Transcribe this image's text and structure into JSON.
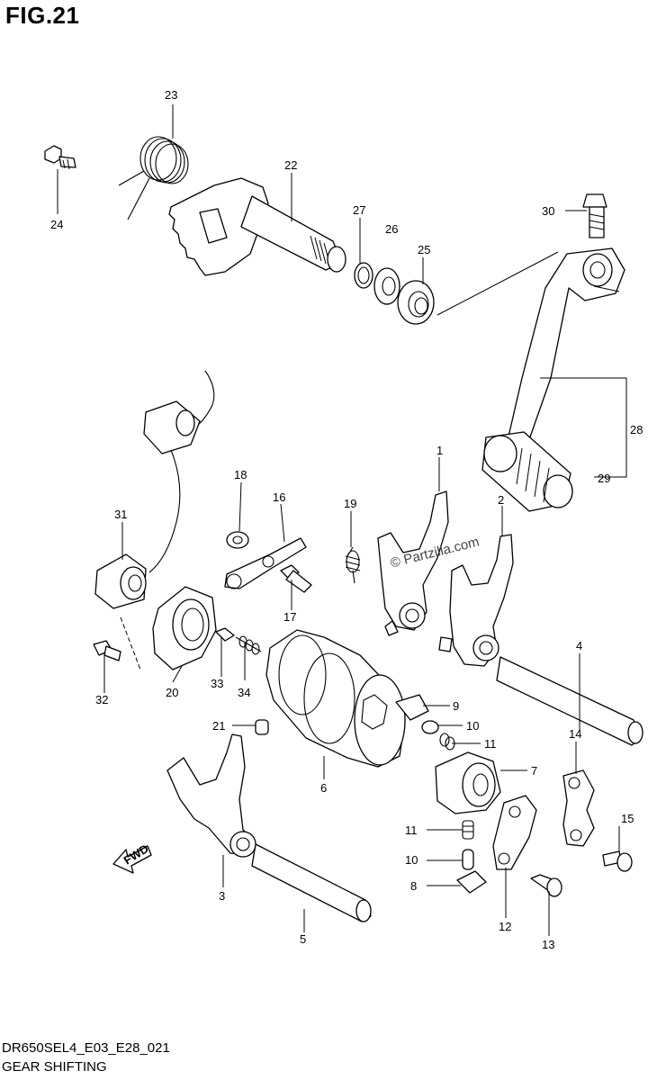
{
  "figure": {
    "title": "FIG.21",
    "footer_code": "DR650SEL4_E03_E28_021",
    "footer_name": "GEAR SHIFTING",
    "watermark": "© Partzilla.com",
    "fwd_label": "FWD"
  },
  "callouts": [
    {
      "id": "c1",
      "label": "1"
    },
    {
      "id": "c2",
      "label": "2"
    },
    {
      "id": "c3",
      "label": "3"
    },
    {
      "id": "c4",
      "label": "4"
    },
    {
      "id": "c5",
      "label": "5"
    },
    {
      "id": "c6",
      "label": "6"
    },
    {
      "id": "c7",
      "label": "7"
    },
    {
      "id": "c8",
      "label": "8"
    },
    {
      "id": "c9",
      "label": "9"
    },
    {
      "id": "c10a",
      "label": "10"
    },
    {
      "id": "c10b",
      "label": "10"
    },
    {
      "id": "c11a",
      "label": "11"
    },
    {
      "id": "c11b",
      "label": "11"
    },
    {
      "id": "c12",
      "label": "12"
    },
    {
      "id": "c13",
      "label": "13"
    },
    {
      "id": "c14",
      "label": "14"
    },
    {
      "id": "c15",
      "label": "15"
    },
    {
      "id": "c16",
      "label": "16"
    },
    {
      "id": "c17",
      "label": "17"
    },
    {
      "id": "c18",
      "label": "18"
    },
    {
      "id": "c19",
      "label": "19"
    },
    {
      "id": "c20",
      "label": "20"
    },
    {
      "id": "c21",
      "label": "21"
    },
    {
      "id": "c22",
      "label": "22"
    },
    {
      "id": "c23",
      "label": "23"
    },
    {
      "id": "c24",
      "label": "24"
    },
    {
      "id": "c25",
      "label": "25"
    },
    {
      "id": "c26",
      "label": "26"
    },
    {
      "id": "c27",
      "label": "27"
    },
    {
      "id": "c28",
      "label": "28"
    },
    {
      "id": "c29",
      "label": "29"
    },
    {
      "id": "c30",
      "label": "30"
    },
    {
      "id": "c31",
      "label": "31"
    },
    {
      "id": "c32",
      "label": "32"
    },
    {
      "id": "c33",
      "label": "33"
    },
    {
      "id": "c34",
      "label": "34"
    }
  ]
}
